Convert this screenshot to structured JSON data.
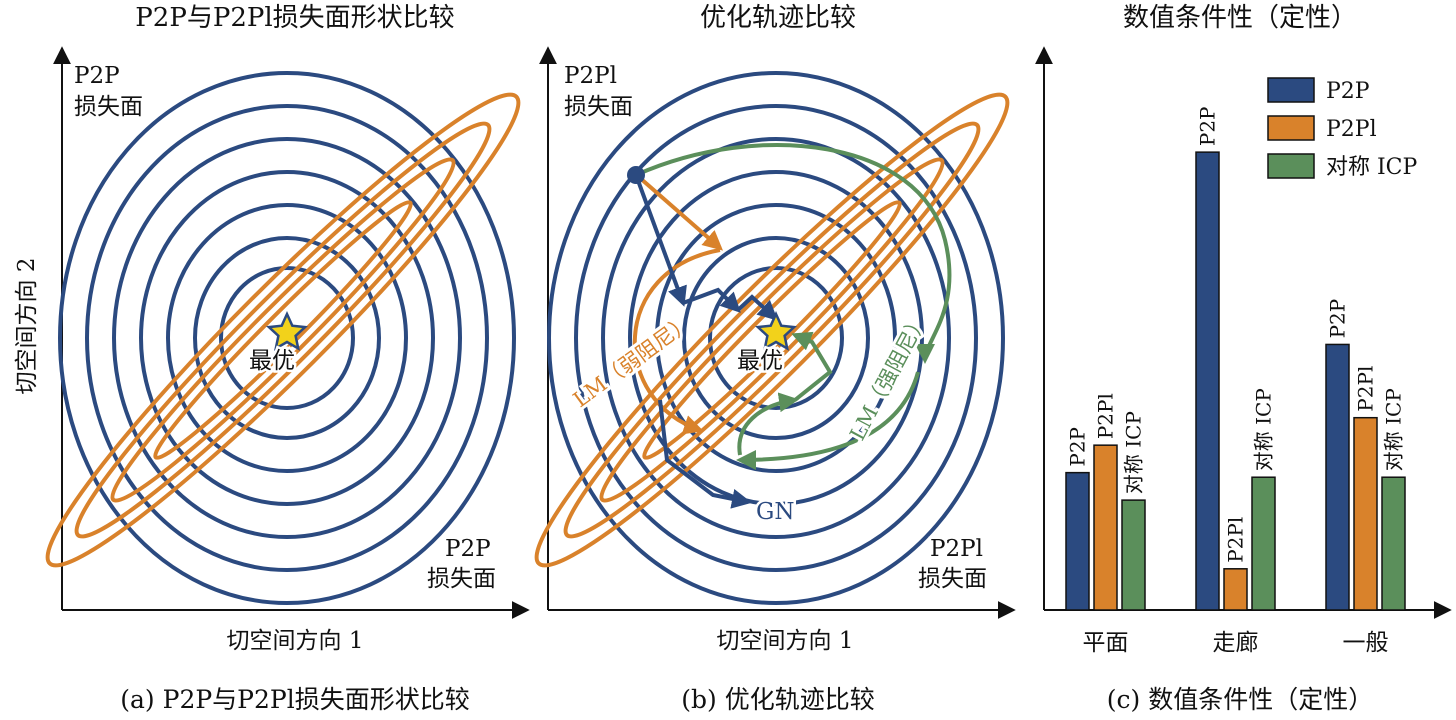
{
  "colors": {
    "p2p": "#2b4a80",
    "p2pl": "#d9822b",
    "sym_icp": "#5b8f5b",
    "axis": "#111111",
    "star": "#f2d21b"
  },
  "panel_a": {
    "title": "P2P与P2Pl损失面形状比较",
    "caption": "(a) P2P与P2Pl损失面形状比较",
    "ylabel": "切空间方向 2",
    "xlabel": "切空间方向 1",
    "p2p_label_line1": "P2P",
    "p2p_label_line2": "损失面",
    "br_label_line1": "P2P",
    "br_label_line2": "损失面",
    "optimum": "最优"
  },
  "panel_b": {
    "title": "优化轨迹比较",
    "caption": "(b) 优化轨迹比较",
    "xlabel": "切空间方向 1",
    "tl_label_line1": "P2Pl",
    "tl_label_line2": "损失面",
    "br_label_line1": "P2Pl",
    "br_label_line2": "损失面",
    "optimum": "最优",
    "lm_weak": "LM（弱阻尼）",
    "lm_strong": "LM（强阻尼）",
    "gn": "GN"
  },
  "panel_c": {
    "title": "数值条件性（定性）",
    "caption": "(c) 数值条件性（定性）"
  },
  "chart_data": {
    "type": "bar",
    "title": "数值条件性（定性）",
    "categories": [
      "平面",
      "走廊",
      "一般"
    ],
    "series": [
      {
        "name": "P2P",
        "values": [
          30,
          100,
          58
        ]
      },
      {
        "name": "P2Pl",
        "values": [
          36,
          9,
          42
        ]
      },
      {
        "name": "对称 ICP",
        "values": [
          24,
          29,
          29
        ]
      }
    ],
    "bar_labels": [
      [
        "P2P",
        "P2Pl",
        "对称 ICP"
      ],
      [
        "P2P",
        "P2Pl",
        "对称 ICP"
      ],
      [
        "P2P",
        "P2Pl",
        "对称 ICP"
      ]
    ],
    "legend": [
      "P2P",
      "P2Pl",
      "对称 ICP"
    ],
    "legend_position": "top-right",
    "ylim": [
      0,
      122
    ],
    "grid": false
  }
}
